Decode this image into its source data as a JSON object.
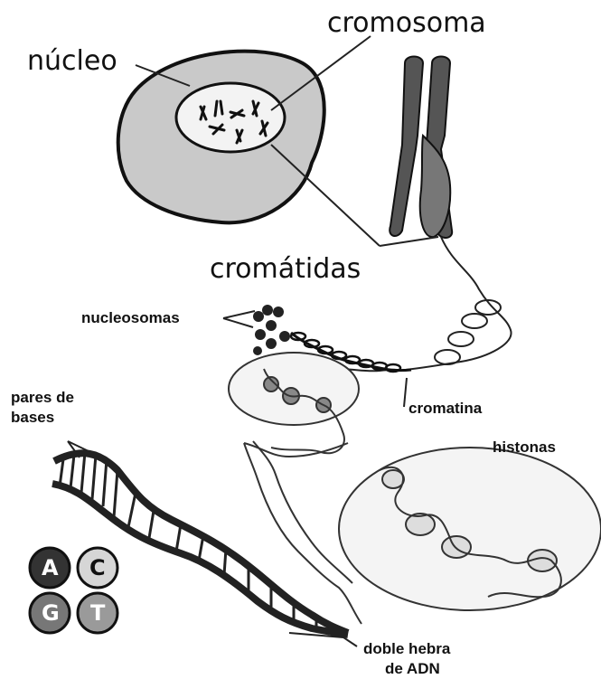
{
  "labels": {
    "nucleo": "núcleo",
    "cromosoma": "cromosoma",
    "cromatidas": "cromátidas",
    "nucleosomas": "nucleosomas",
    "cromatina": "cromatina",
    "pares_line1": "pares de",
    "pares_line2": "bases",
    "histonas": "histonas",
    "doble_line1": "doble hebra",
    "doble_line2": "de ADN"
  },
  "bases": [
    {
      "letter": "A",
      "color": "#333333"
    },
    {
      "letter": "C",
      "color": "#d6d6d6"
    },
    {
      "letter": "G",
      "color": "#777777"
    },
    {
      "letter": "T",
      "color": "#9a9a9a"
    }
  ]
}
